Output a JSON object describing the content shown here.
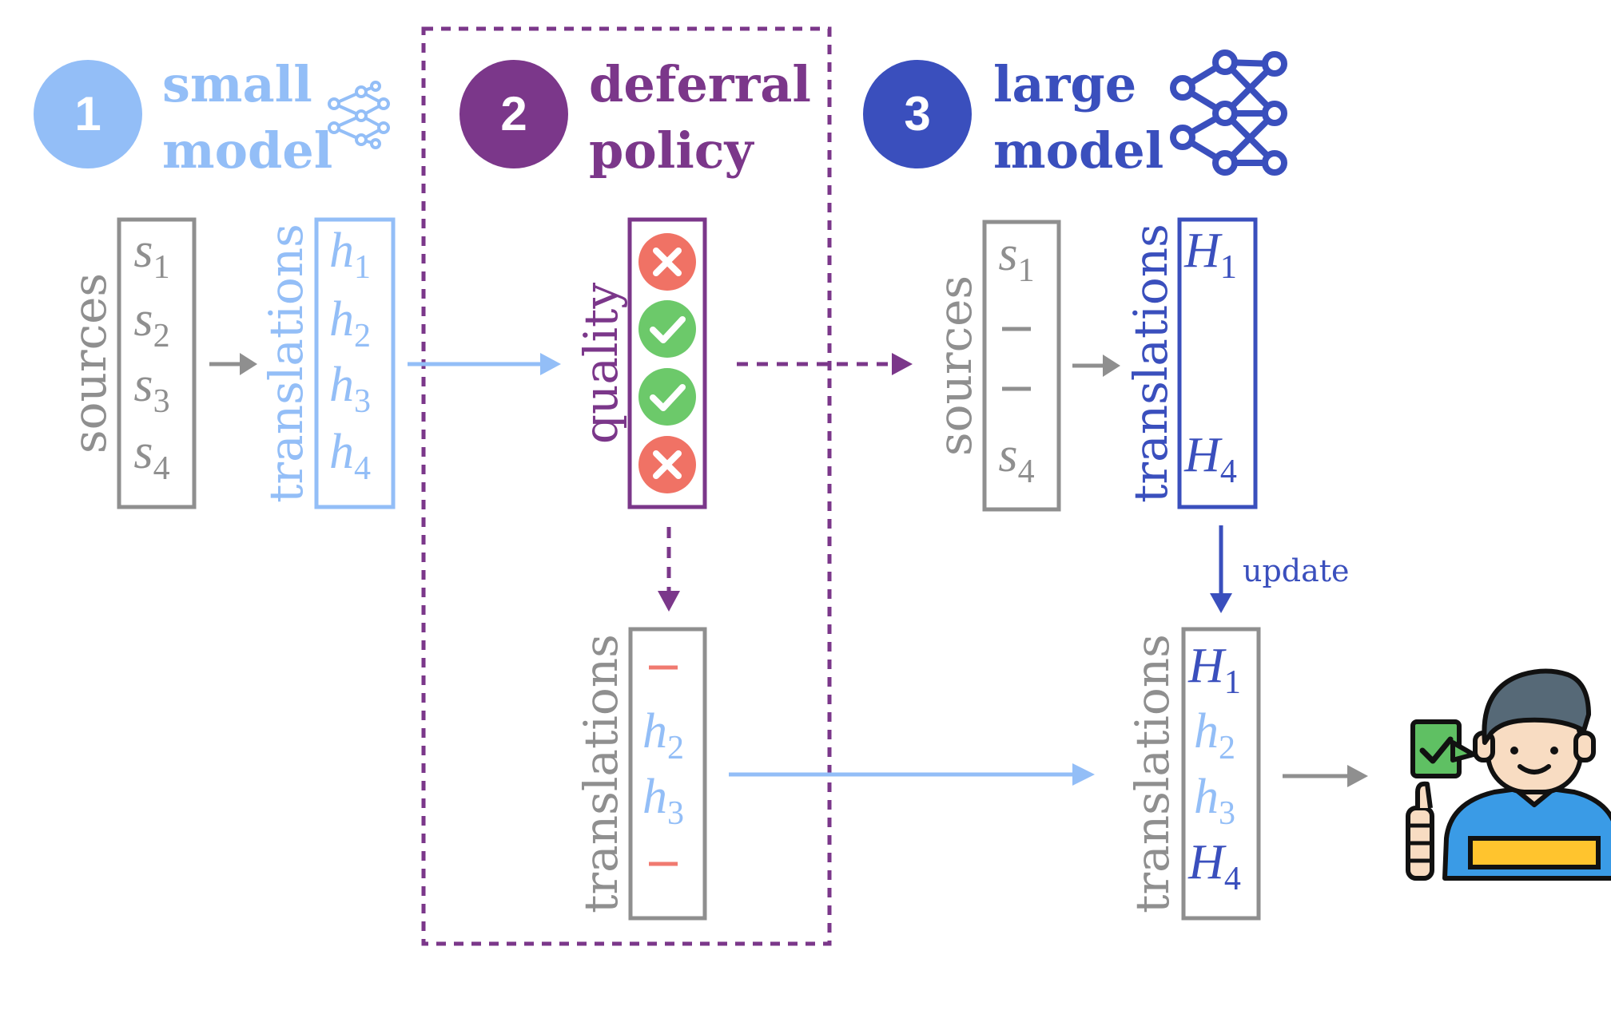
{
  "colors": {
    "small": "#93bef7",
    "policy": "#7b378a",
    "large": "#3a4fbd",
    "gray": "#8f8f8f",
    "reject": "#f07265",
    "accept": "#6cc96a",
    "dash_red": "#f07a70"
  },
  "steps": [
    {
      "number": "1",
      "line1": "small",
      "line2": "model",
      "icon": "network-icon"
    },
    {
      "number": "2",
      "line1": "deferral",
      "line2": "policy"
    },
    {
      "number": "3",
      "line1": "large",
      "line2": "model",
      "icon": "network-icon"
    }
  ],
  "small_model": {
    "sources_label": "sources",
    "sources": [
      {
        "base": "s",
        "sub": "1"
      },
      {
        "base": "s",
        "sub": "2"
      },
      {
        "base": "s",
        "sub": "3"
      },
      {
        "base": "s",
        "sub": "4"
      }
    ],
    "translations_label": "translations",
    "translations": [
      {
        "base": "h",
        "sub": "1"
      },
      {
        "base": "h",
        "sub": "2"
      },
      {
        "base": "h",
        "sub": "3"
      },
      {
        "base": "h",
        "sub": "4"
      }
    ]
  },
  "policy": {
    "quality_label": "quality",
    "quality": [
      "reject",
      "accept",
      "accept",
      "reject"
    ],
    "translations_label": "translations",
    "kept": [
      {
        "dash": true
      },
      {
        "base": "h",
        "sub": "2"
      },
      {
        "base": "h",
        "sub": "3"
      },
      {
        "dash": true
      }
    ]
  },
  "large_model": {
    "sources_label": "sources",
    "sources": [
      {
        "base": "s",
        "sub": "1"
      },
      {
        "dash": true
      },
      {
        "dash": true
      },
      {
        "base": "s",
        "sub": "4"
      }
    ],
    "translations_label": "translations",
    "translations": [
      {
        "base": "H",
        "sub": "1"
      },
      {
        "base": "H",
        "sub": "4"
      }
    ],
    "update_label": "update"
  },
  "final": {
    "translations_label": "translations",
    "translations": [
      {
        "base": "H",
        "sub": "1",
        "color": "large"
      },
      {
        "base": "h",
        "sub": "2",
        "color": "small"
      },
      {
        "base": "h",
        "sub": "3",
        "color": "small"
      },
      {
        "base": "H",
        "sub": "4",
        "color": "large"
      }
    ],
    "user_icon": "user-thumbs-up-icon"
  }
}
